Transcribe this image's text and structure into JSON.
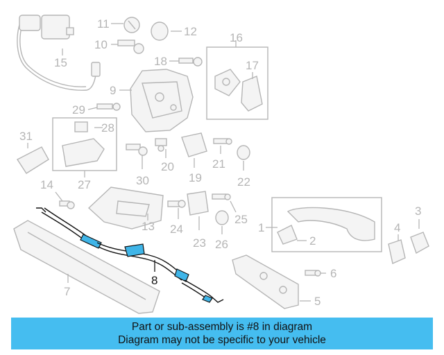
{
  "diagram": {
    "highlight_color": "#45bdf0",
    "highlighted_part": "8",
    "callouts": {
      "c1": "1",
      "c2": "2",
      "c3": "3",
      "c4": "4",
      "c5": "5",
      "c6": "6",
      "c7": "7",
      "c8": "8",
      "c9": "9",
      "c10": "10",
      "c11": "11",
      "c12": "12",
      "c13": "13",
      "c14": "14",
      "c15": "15",
      "c16": "16",
      "c17": "17",
      "c18": "18",
      "c19": "19",
      "c20": "20",
      "c21": "21",
      "c22": "22",
      "c23": "23",
      "c24": "24",
      "c25": "25",
      "c26": "26",
      "c27": "27",
      "c28": "28",
      "c29": "29",
      "c30": "30",
      "c31": "31"
    }
  },
  "banner": {
    "line1": "Part or sub-assembly is #8 in diagram",
    "line2": "Diagram may not be specific to your vehicle"
  }
}
